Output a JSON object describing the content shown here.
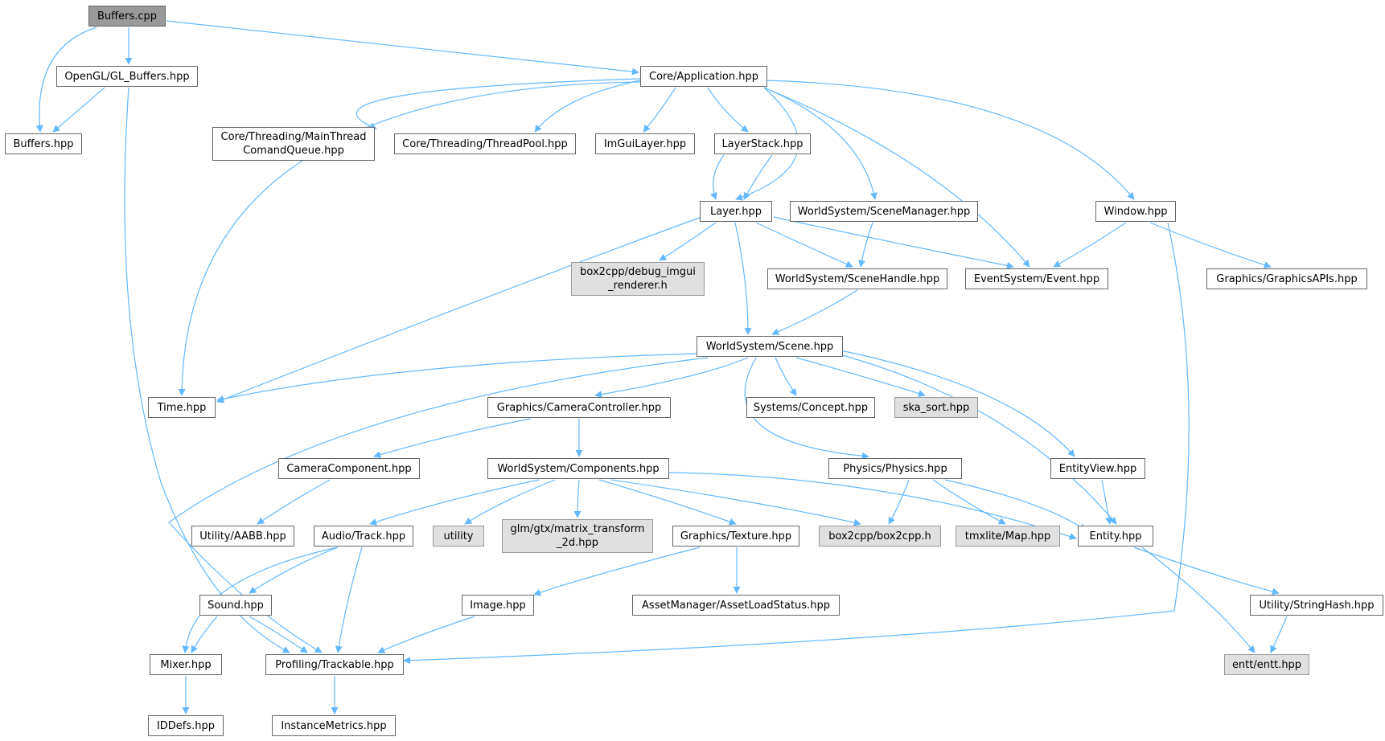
{
  "colors": {
    "edge": "#63b8ff",
    "external_fill": "#e0e0e0",
    "root_fill": "#999999"
  },
  "nodes": {
    "buffers_cpp": "Buffers.cpp",
    "gl_buffers_hpp": "OpenGL/GL_Buffers.hpp",
    "buffers_hpp": "Buffers.hpp",
    "core_application_hpp": "Core/Application.hpp",
    "maincommandqueue_hpp": "Core/Threading/MainThread\nComandQueue.hpp",
    "threadpool_hpp": "Core/Threading/ThreadPool.hpp",
    "imguilayer_hpp": "ImGuiLayer.hpp",
    "layerstack_hpp": "LayerStack.hpp",
    "layer_hpp": "Layer.hpp",
    "scenemanager_hpp": "WorldSystem/SceneManager.hpp",
    "window_hpp": "Window.hpp",
    "debug_imgui_renderer_h": "box2cpp/debug_imgui\n_renderer.h",
    "scenehandle_hpp": "WorldSystem/SceneHandle.hpp",
    "event_hpp": "EventSystem/Event.hpp",
    "graphicsapis_hpp": "Graphics/GraphicsAPIs.hpp",
    "scene_hpp": "WorldSystem/Scene.hpp",
    "time_hpp": "Time.hpp",
    "cameracontroller_hpp": "Graphics/CameraController.hpp",
    "concept_hpp": "Systems/Concept.hpp",
    "ska_sort_hpp": "ska_sort.hpp",
    "cameracomponent_hpp": "CameraComponent.hpp",
    "components_hpp": "WorldSystem/Components.hpp",
    "physics_hpp": "Physics/Physics.hpp",
    "entityview_hpp": "EntityView.hpp",
    "aabb_hpp": "Utility/AABB.hpp",
    "track_hpp": "Audio/Track.hpp",
    "utility": "utility",
    "matrix_transform_2d_hpp": "glm/gtx/matrix_transform\n_2d.hpp",
    "texture_hpp": "Graphics/Texture.hpp",
    "box2cpp_h": "box2cpp/box2cpp.h",
    "map_hpp": "tmxlite/Map.hpp",
    "entity_hpp": "Entity.hpp",
    "sound_hpp": "Sound.hpp",
    "image_hpp": "Image.hpp",
    "assetloadstatus_hpp": "AssetManager/AssetLoadStatus.hpp",
    "stringhash_hpp": "Utility/StringHash.hpp",
    "mixer_hpp": "Mixer.hpp",
    "trackable_hpp": "Profiling/Trackable.hpp",
    "entt_hpp": "entt/entt.hpp",
    "idefs_hpp": "IDDefs.hpp",
    "instancemetrics_hpp": "InstanceMetrics.hpp"
  }
}
